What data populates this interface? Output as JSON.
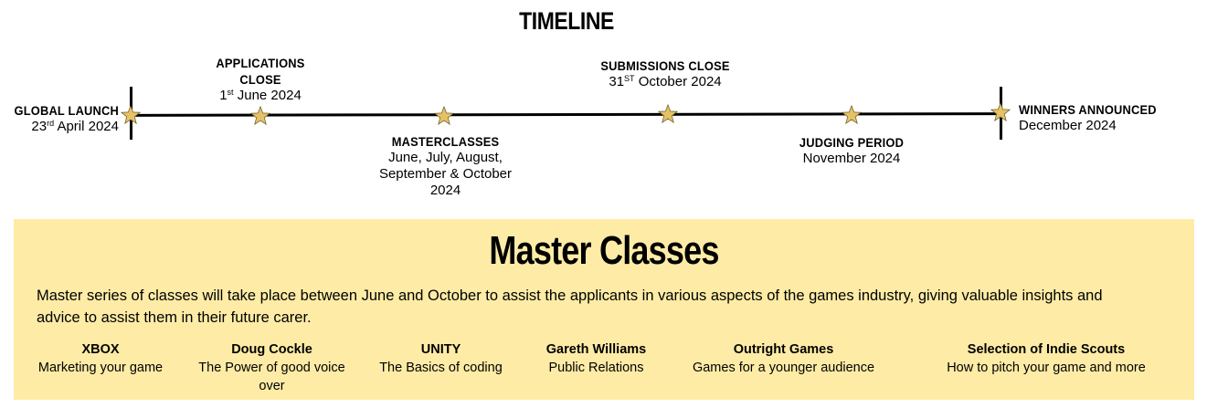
{
  "title": "TIMELINE",
  "colors": {
    "star": "#e4c265",
    "panel_bg": "#feeca6",
    "line": "#000000"
  },
  "milestones": [
    {
      "heading": "GLOBAL LAUNCH",
      "date_pre": "23",
      "date_sup": "rd",
      "date_post": " April 2024"
    },
    {
      "heading": "APPLICATIONS CLOSE",
      "date_pre": "1",
      "date_sup": "st",
      "date_post": " June 2024"
    },
    {
      "heading": "MASTERCLASSES",
      "date_pre": "June, July, August, September & October 2024",
      "date_sup": "",
      "date_post": ""
    },
    {
      "heading": "SUBMISSIONS CLOSE",
      "date_pre": "31",
      "date_sup": "ST",
      "date_post": " October 2024"
    },
    {
      "heading": "JUDGING PERIOD",
      "date_pre": "November 2024",
      "date_sup": "",
      "date_post": ""
    },
    {
      "heading": "WINNERS ANNOUNCED",
      "date_pre": "December 2024",
      "date_sup": "",
      "date_post": ""
    }
  ],
  "master_classes": {
    "title": "Master Classes",
    "description": "Master series of classes will take place between June and October to assist the applicants in various aspects of the games industry, giving valuable insights and advice to assist them in their future carer.",
    "classes": [
      {
        "name": "XBOX",
        "topic": "Marketing your game"
      },
      {
        "name": "Doug Cockle",
        "topic": "The Power of good voice over"
      },
      {
        "name": "UNITY",
        "topic": "The Basics of coding"
      },
      {
        "name": "Gareth Williams",
        "topic": "Public Relations"
      },
      {
        "name": "Outright Games",
        "topic": "Games for a younger audience"
      },
      {
        "name": "Selection of Indie Scouts",
        "topic": "How to pitch your game and more"
      }
    ]
  }
}
